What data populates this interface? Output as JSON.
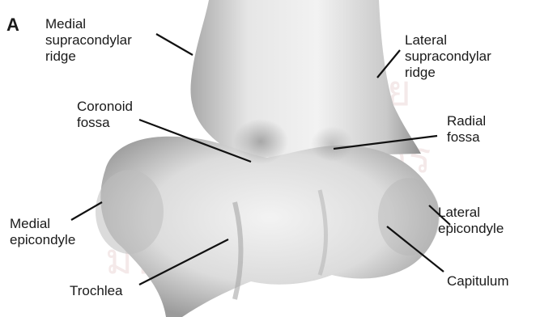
{
  "panel_letter": "A",
  "labels": {
    "medial_supracondylar_ridge": "Medial\nsupracondylar\nridge",
    "lateral_supracondylar_ridge": "Lateral\nsupracondylar\nridge",
    "coronoid_fossa": "Coronoid\nfossa",
    "radial_fossa": "Radial\nfossa",
    "medial_epicondyle": "Medial\nepicondyle",
    "lateral_epicondyle": "Lateral\nepicondyle",
    "trochlea": "Trochlea",
    "capitulum": "Capitulum"
  },
  "watermark": {
    "line1": "ศูนย์วิทยทรัพยากร",
    "line2": "จุฬาลงกรณ์มหาวิทยาลัย"
  },
  "colors": {
    "bone_light": "#ededed",
    "bone_mid": "#cfcfcf",
    "bone_dark": "#9a9a9a",
    "leader": "#111111",
    "watermark": "#c78b8b"
  }
}
